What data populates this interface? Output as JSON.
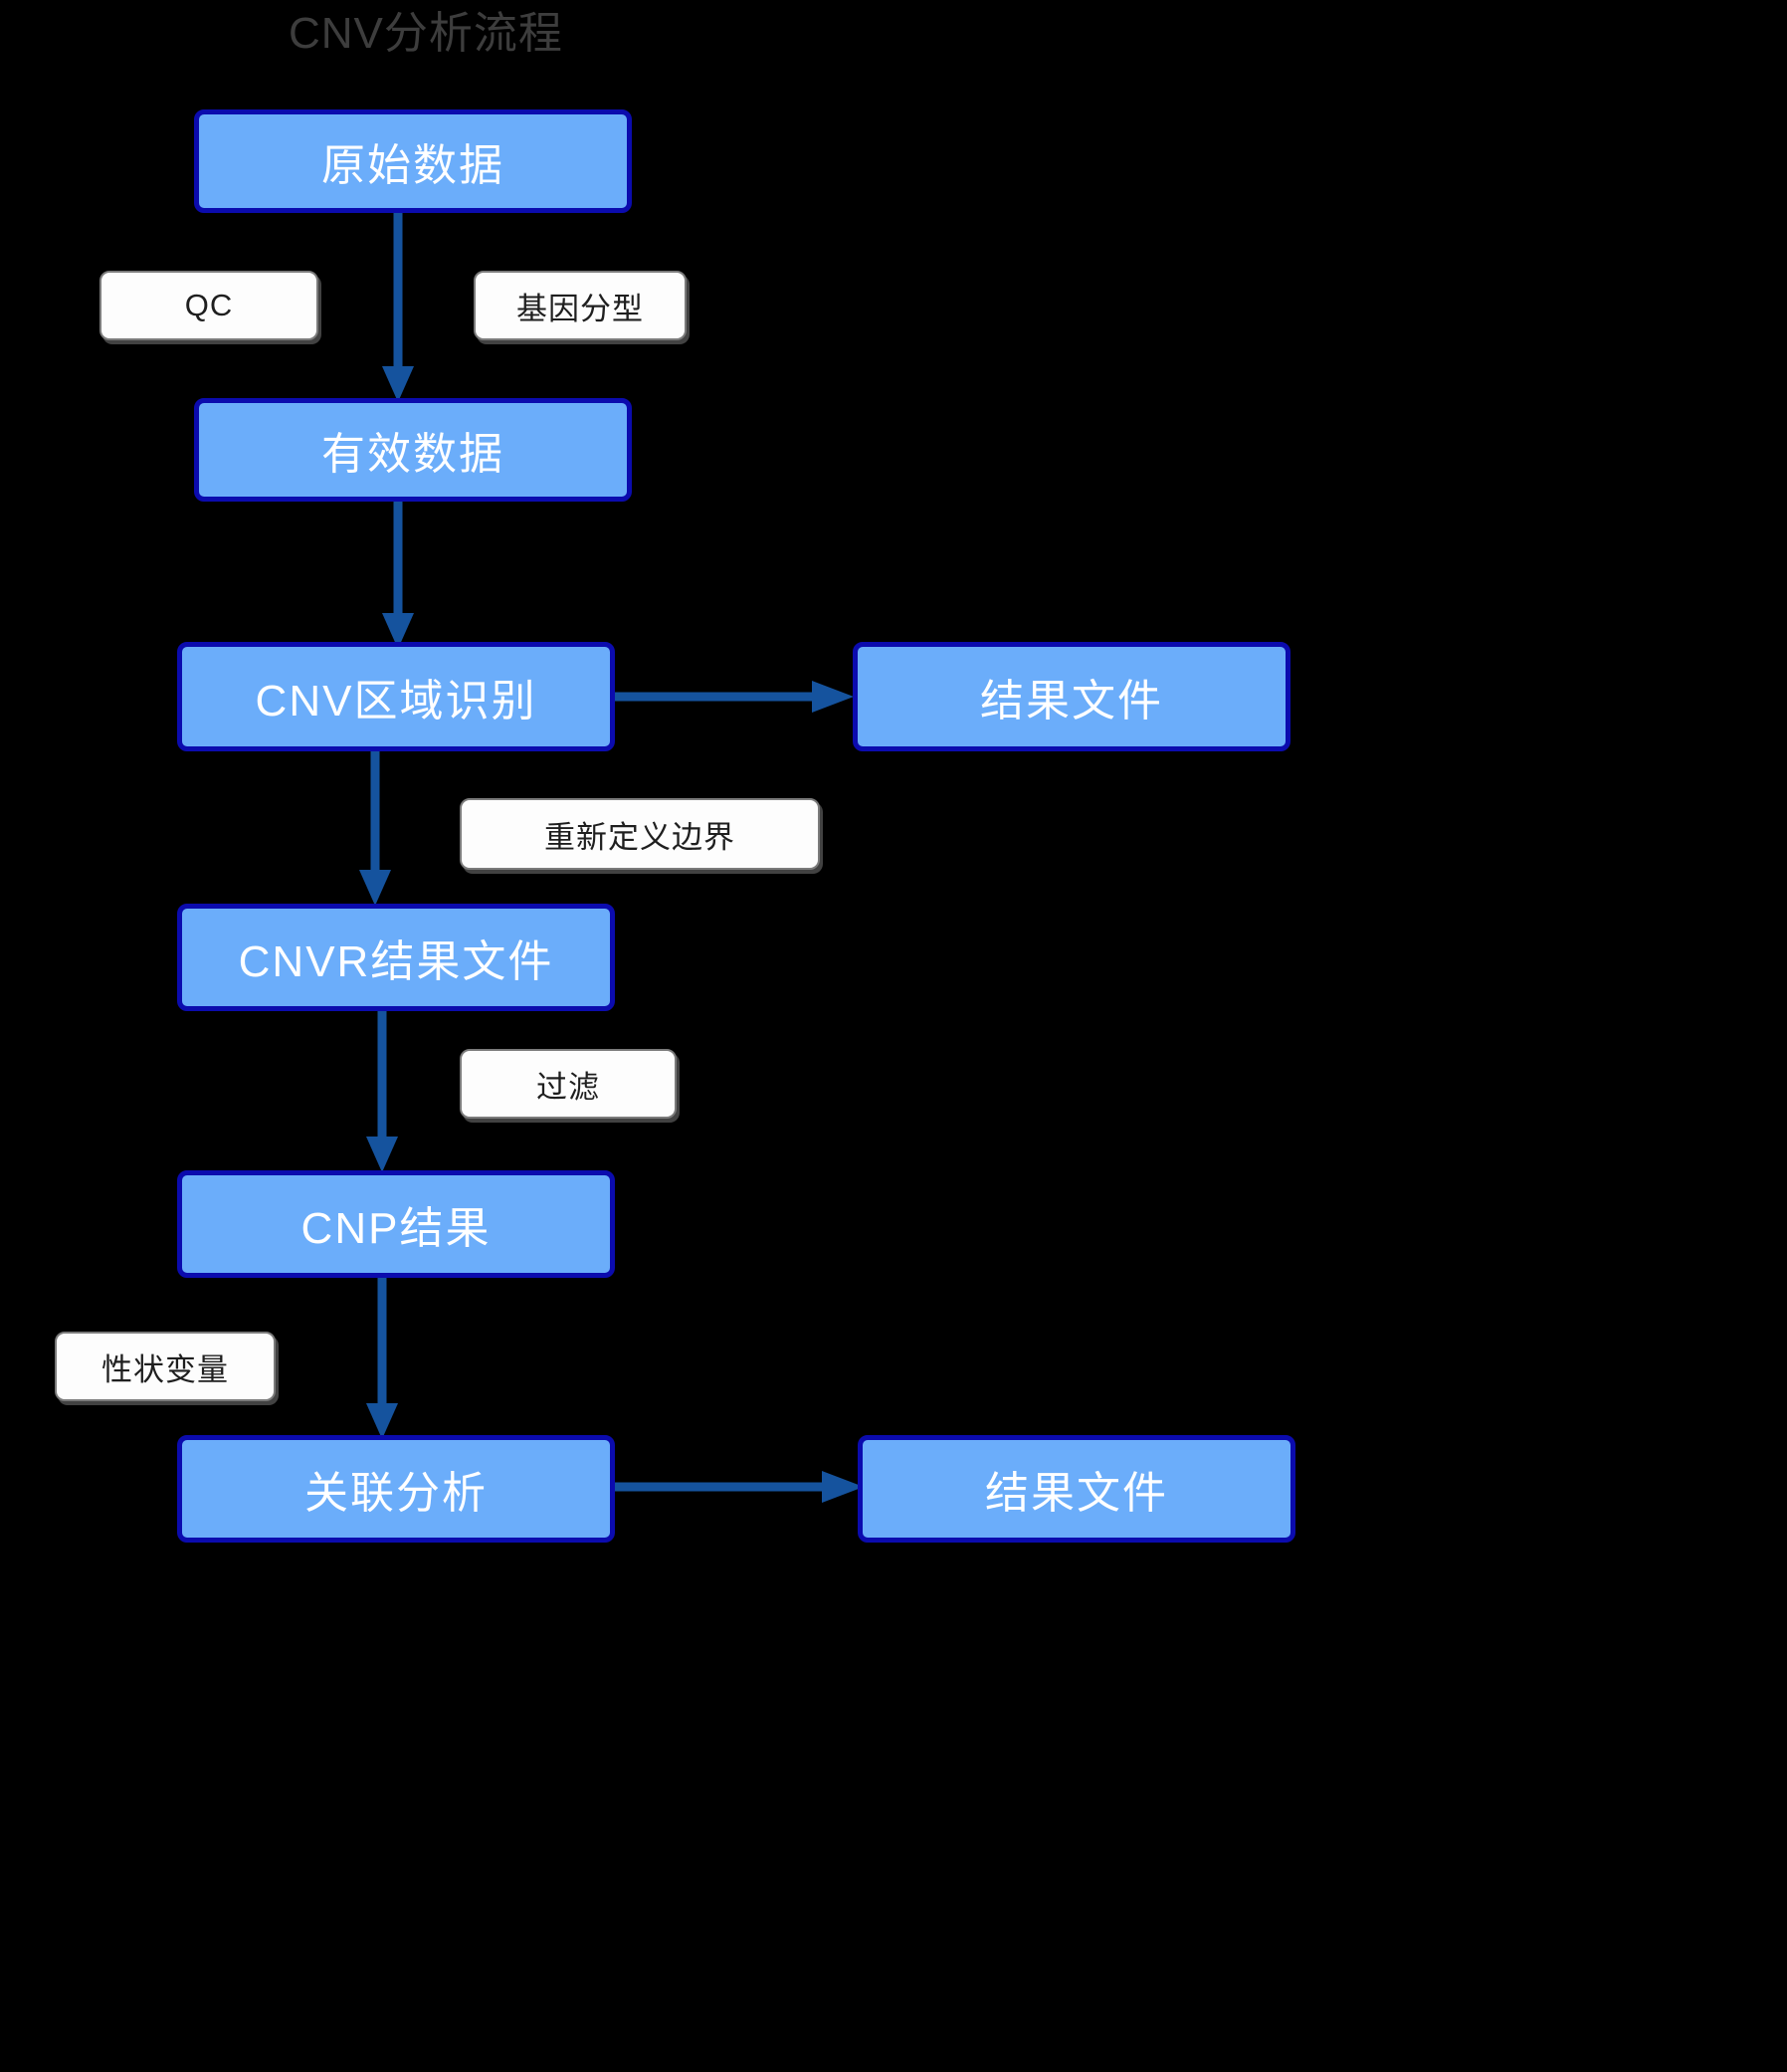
{
  "diagram": {
    "title": "CNV分析流程",
    "background_color": "#000000",
    "title_color": "#3d3d3d",
    "node_fill": "#6BADFA",
    "node_border": "#0B0BAE",
    "node_text_color": "#FFFFFF",
    "label_fill": "#FDFDFD",
    "label_border": "#7B7B7B",
    "label_text_color": "#1F1F1F",
    "arrow_color": "#15539E"
  },
  "nodes": [
    {
      "id": "raw",
      "label": "原始数据"
    },
    {
      "id": "valid",
      "label": "有效数据"
    },
    {
      "id": "cnvcall",
      "label": "CNV区域识别"
    },
    {
      "id": "result1",
      "label": "结果文件"
    },
    {
      "id": "cnvr",
      "label": "CNVR结果文件"
    },
    {
      "id": "cnp",
      "label": "CNP结果"
    },
    {
      "id": "assoc",
      "label": "关联分析"
    },
    {
      "id": "result2",
      "label": "结果文件"
    }
  ],
  "edge_labels": [
    {
      "id": "qc",
      "label": "QC"
    },
    {
      "id": "genotype",
      "label": "基因分型"
    },
    {
      "id": "redefine",
      "label": "重新定义边界"
    },
    {
      "id": "filter",
      "label": "过滤"
    },
    {
      "id": "trait",
      "label": "性状变量"
    }
  ],
  "edges": [
    {
      "from": "raw",
      "to": "valid",
      "direction": "down"
    },
    {
      "from": "valid",
      "to": "cnvcall",
      "direction": "down"
    },
    {
      "from": "cnvcall",
      "to": "result1",
      "direction": "right"
    },
    {
      "from": "cnvcall",
      "to": "cnvr",
      "direction": "down"
    },
    {
      "from": "cnvr",
      "to": "cnp",
      "direction": "down"
    },
    {
      "from": "cnp",
      "to": "assoc",
      "direction": "down"
    },
    {
      "from": "assoc",
      "to": "result2",
      "direction": "right"
    }
  ]
}
